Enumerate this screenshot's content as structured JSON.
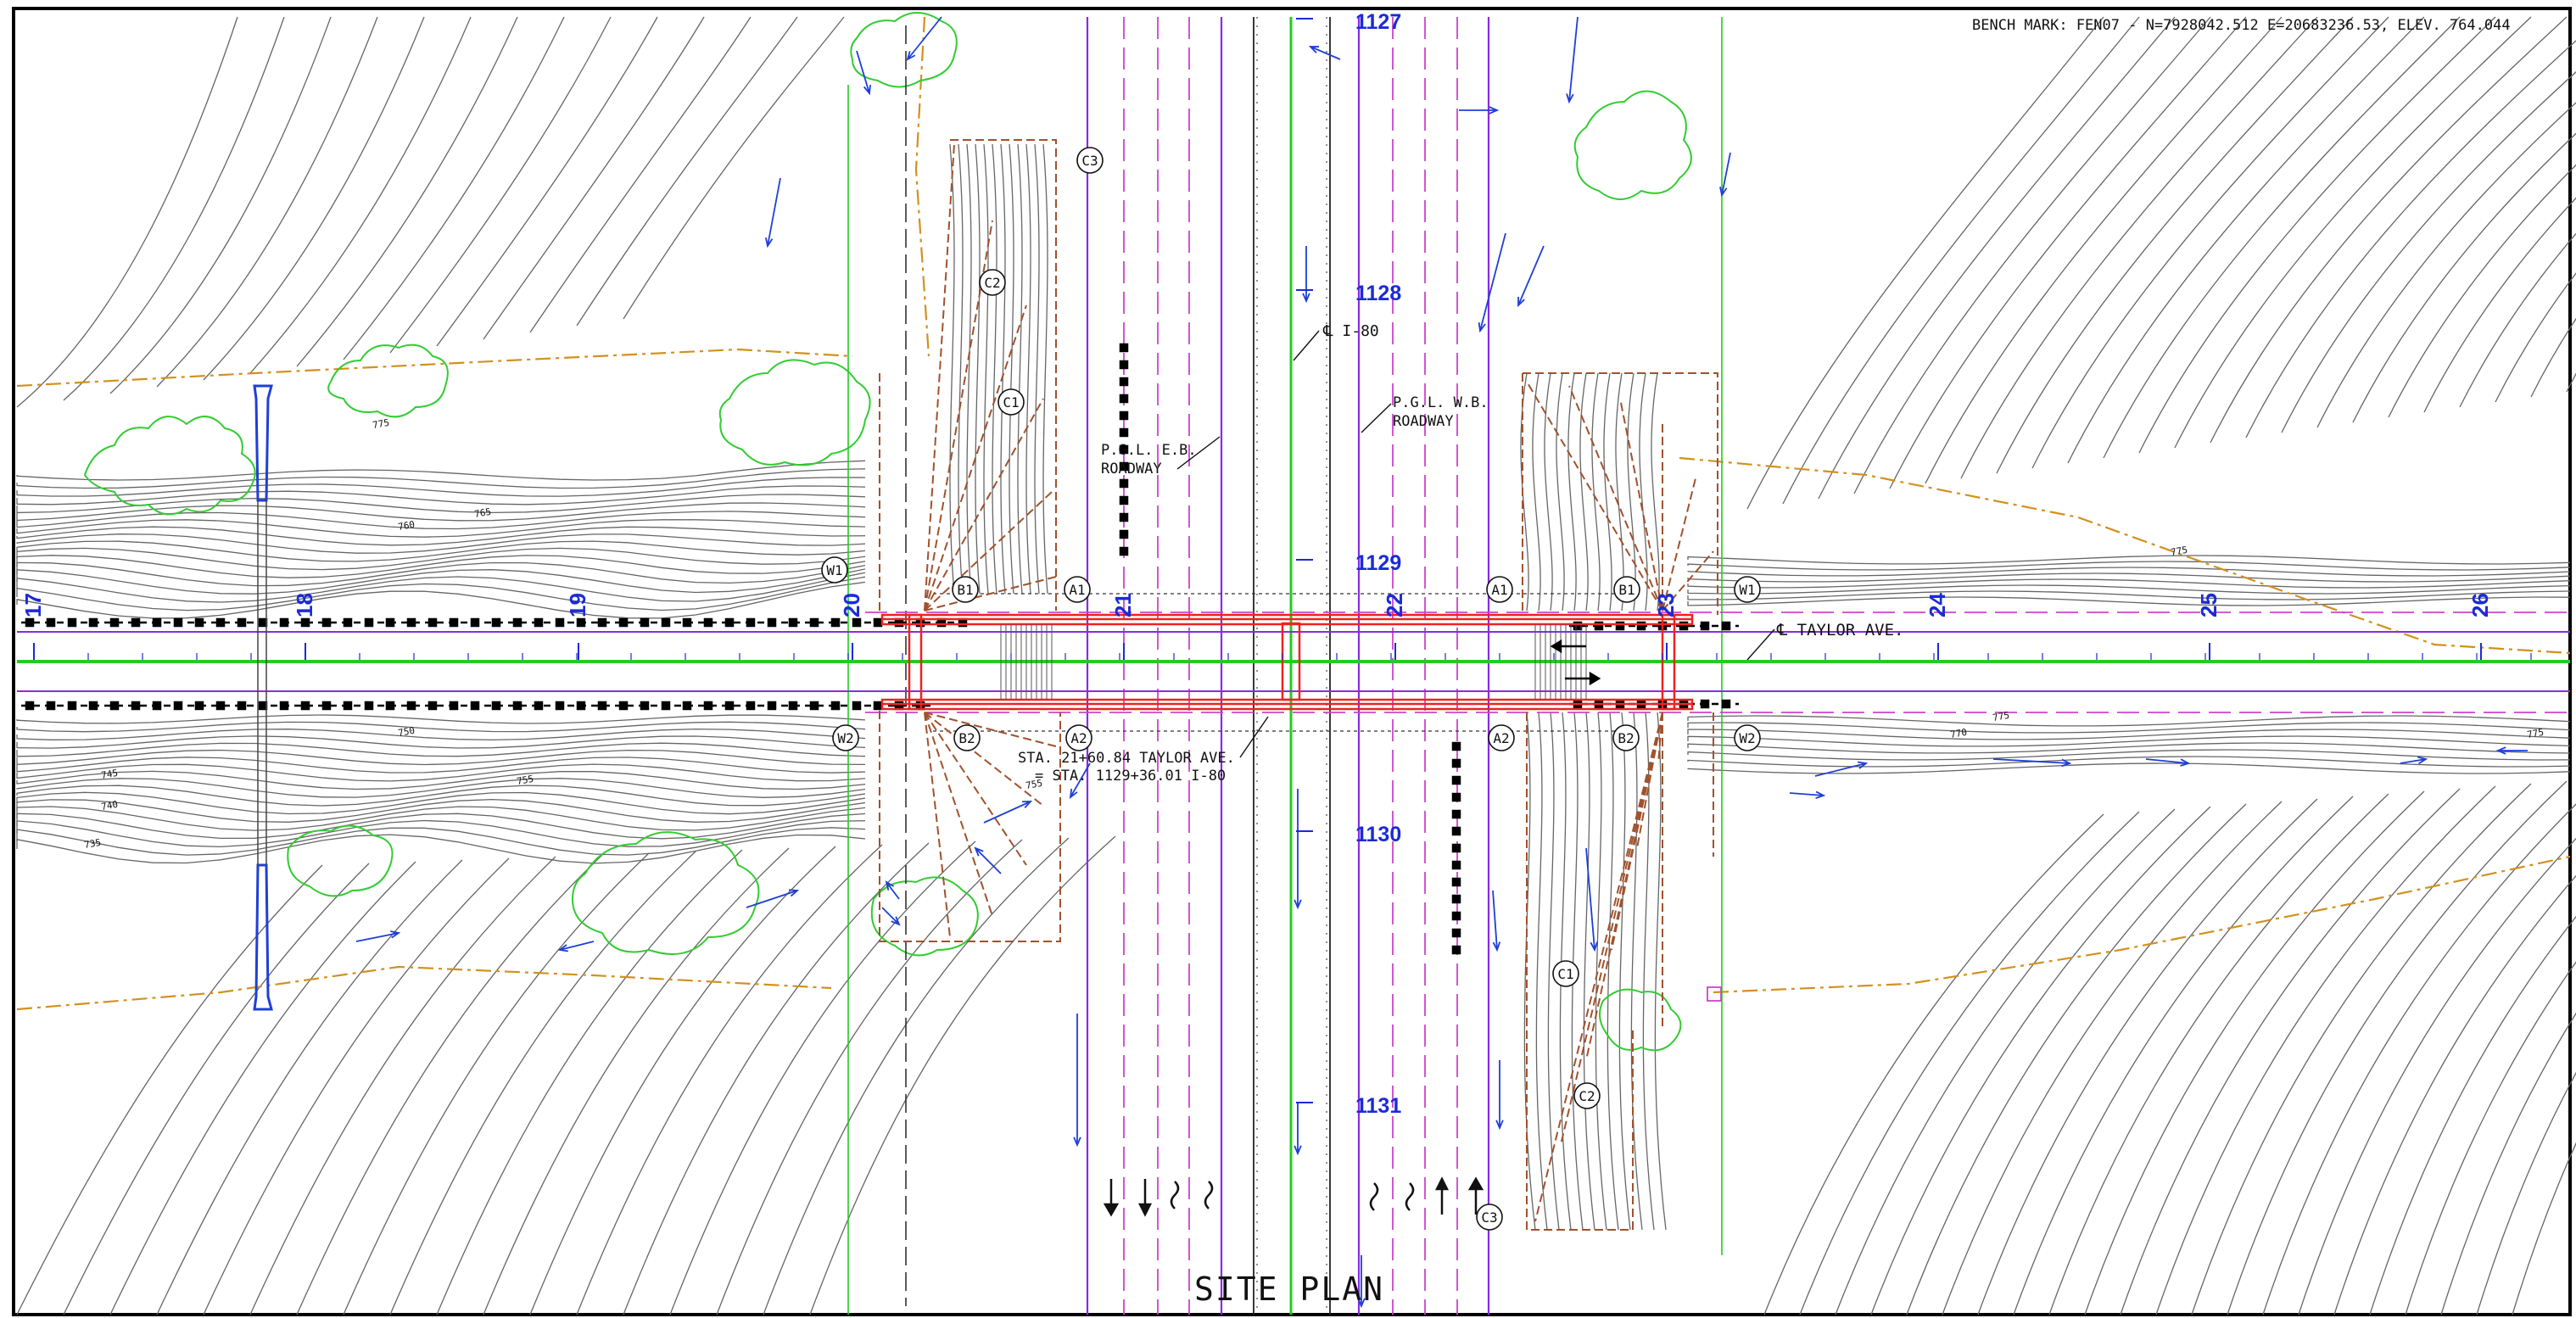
{
  "sheet": {
    "title": "SITE PLAN",
    "bench_mark": "BENCH MARK: FEN07 - N=7928042.512 E=20683236.53, ELEV. 764.044"
  },
  "alignments": {
    "taylor_centerline_label": "℄ TAYLOR AVE.",
    "i80_centerline_label": "℄ I-80",
    "pgl_eb": [
      "P.G.L. E.B.",
      "ROADWAY"
    ],
    "pgl_wb": [
      "P.G.L. W.B.",
      "ROADWAY"
    ],
    "intersection_note": [
      "STA. 21+60.84 TAYLOR AVE.",
      "= STA. 1129+36.01 I-80"
    ]
  },
  "stations": {
    "taylor_ave": [
      "17",
      "18",
      "19",
      "20",
      "21",
      "22",
      "23",
      "24",
      "25",
      "26"
    ],
    "i80": [
      "1127",
      "1128",
      "1129",
      "1130",
      "1131"
    ]
  },
  "callouts": {
    "west_side": [
      "W1",
      "B1",
      "A1",
      "W2",
      "B2",
      "A2",
      "C1",
      "C2",
      "C3"
    ],
    "east_side": [
      "A1",
      "B1",
      "W1",
      "A2",
      "B2",
      "W2",
      "C1",
      "C2",
      "C3"
    ]
  },
  "contour_labels": [
    "735",
    "740",
    "745",
    "750",
    "755",
    "760",
    "765",
    "770",
    "775"
  ],
  "colors": {
    "centerline": "#22cc22",
    "lane_lines": "#cc44cc",
    "roadway_edge": "#8a2be2",
    "bridge": "#ee2222",
    "grading": "#a0522d",
    "drainage": "#1f3fd6",
    "station_text": "#1a2bd6",
    "trees": "#33cc33",
    "row_line": "#d2911e",
    "contours": "#555555"
  }
}
